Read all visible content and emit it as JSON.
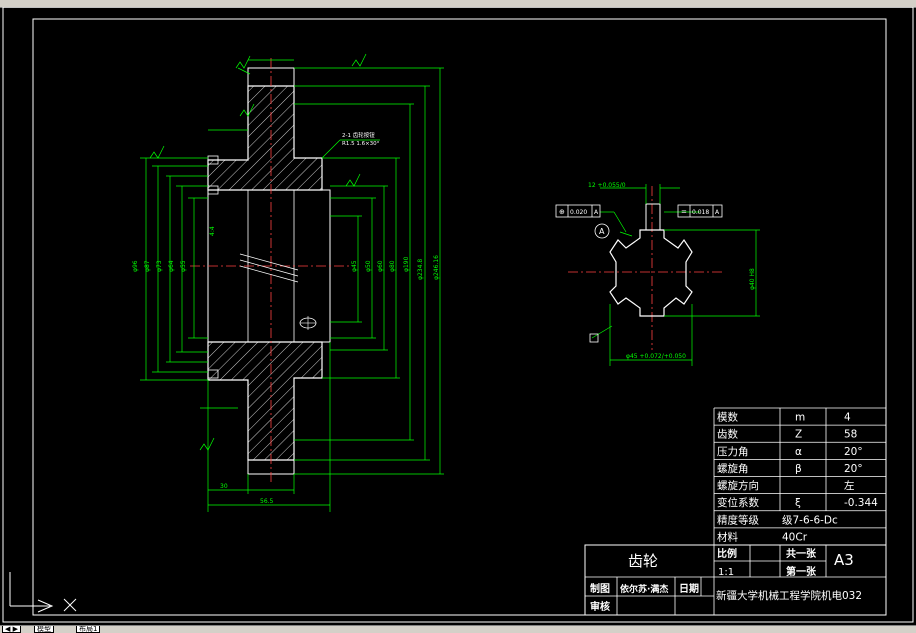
{
  "drawing": {
    "detail_label": "A",
    "bore_dim": "φ45 +0.072/+0.050",
    "spline_dim": "φ40 H8",
    "keyway_dim": "12 +0.055/0",
    "tol_left_a": "⊕",
    "tol_left_b": "0.020",
    "tol_left_c": "A",
    "tol_right_a": "=",
    "tol_right_b": "0.018",
    "tol_right_c": "A",
    "chamfer_note_1": "2-1 齿轮按钮",
    "chamfer_note_2": "R1.5 1.6×30°",
    "width_dim": "30",
    "total_dim": "56.5"
  },
  "params": {
    "rows": [
      {
        "label": "模数",
        "symbol": "m",
        "value": "4"
      },
      {
        "label": "齿数",
        "symbol": "Z",
        "value": "58"
      },
      {
        "label": "压力角",
        "symbol": "α",
        "value": "20°"
      },
      {
        "label": "螺旋角",
        "symbol": "β",
        "value": "20°"
      },
      {
        "label": "螺旋方向",
        "symbol": "",
        "value": "左"
      },
      {
        "label": "变位系数",
        "symbol": "ξ",
        "value": "-0.344"
      },
      {
        "label": "精度等级",
        "symbol": "",
        "value": "级7-6-6-Dc"
      },
      {
        "label": "材料",
        "symbol": "",
        "value": "40Cr"
      }
    ]
  },
  "titleblock": {
    "part_name": "齿轮",
    "scale_label": "比例",
    "scale_value": "1:1",
    "sheets_total": "共一张",
    "sheet_no": "第一张",
    "paper_size": "A3",
    "drawn_label": "制图",
    "drawn_by": "依尔苏·满杰",
    "date_label": "日期",
    "check_label": "审核",
    "school": "新疆大学机械工程学院机电032"
  },
  "statusbar": {
    "tabs": [
      "模型",
      "布局1"
    ]
  }
}
